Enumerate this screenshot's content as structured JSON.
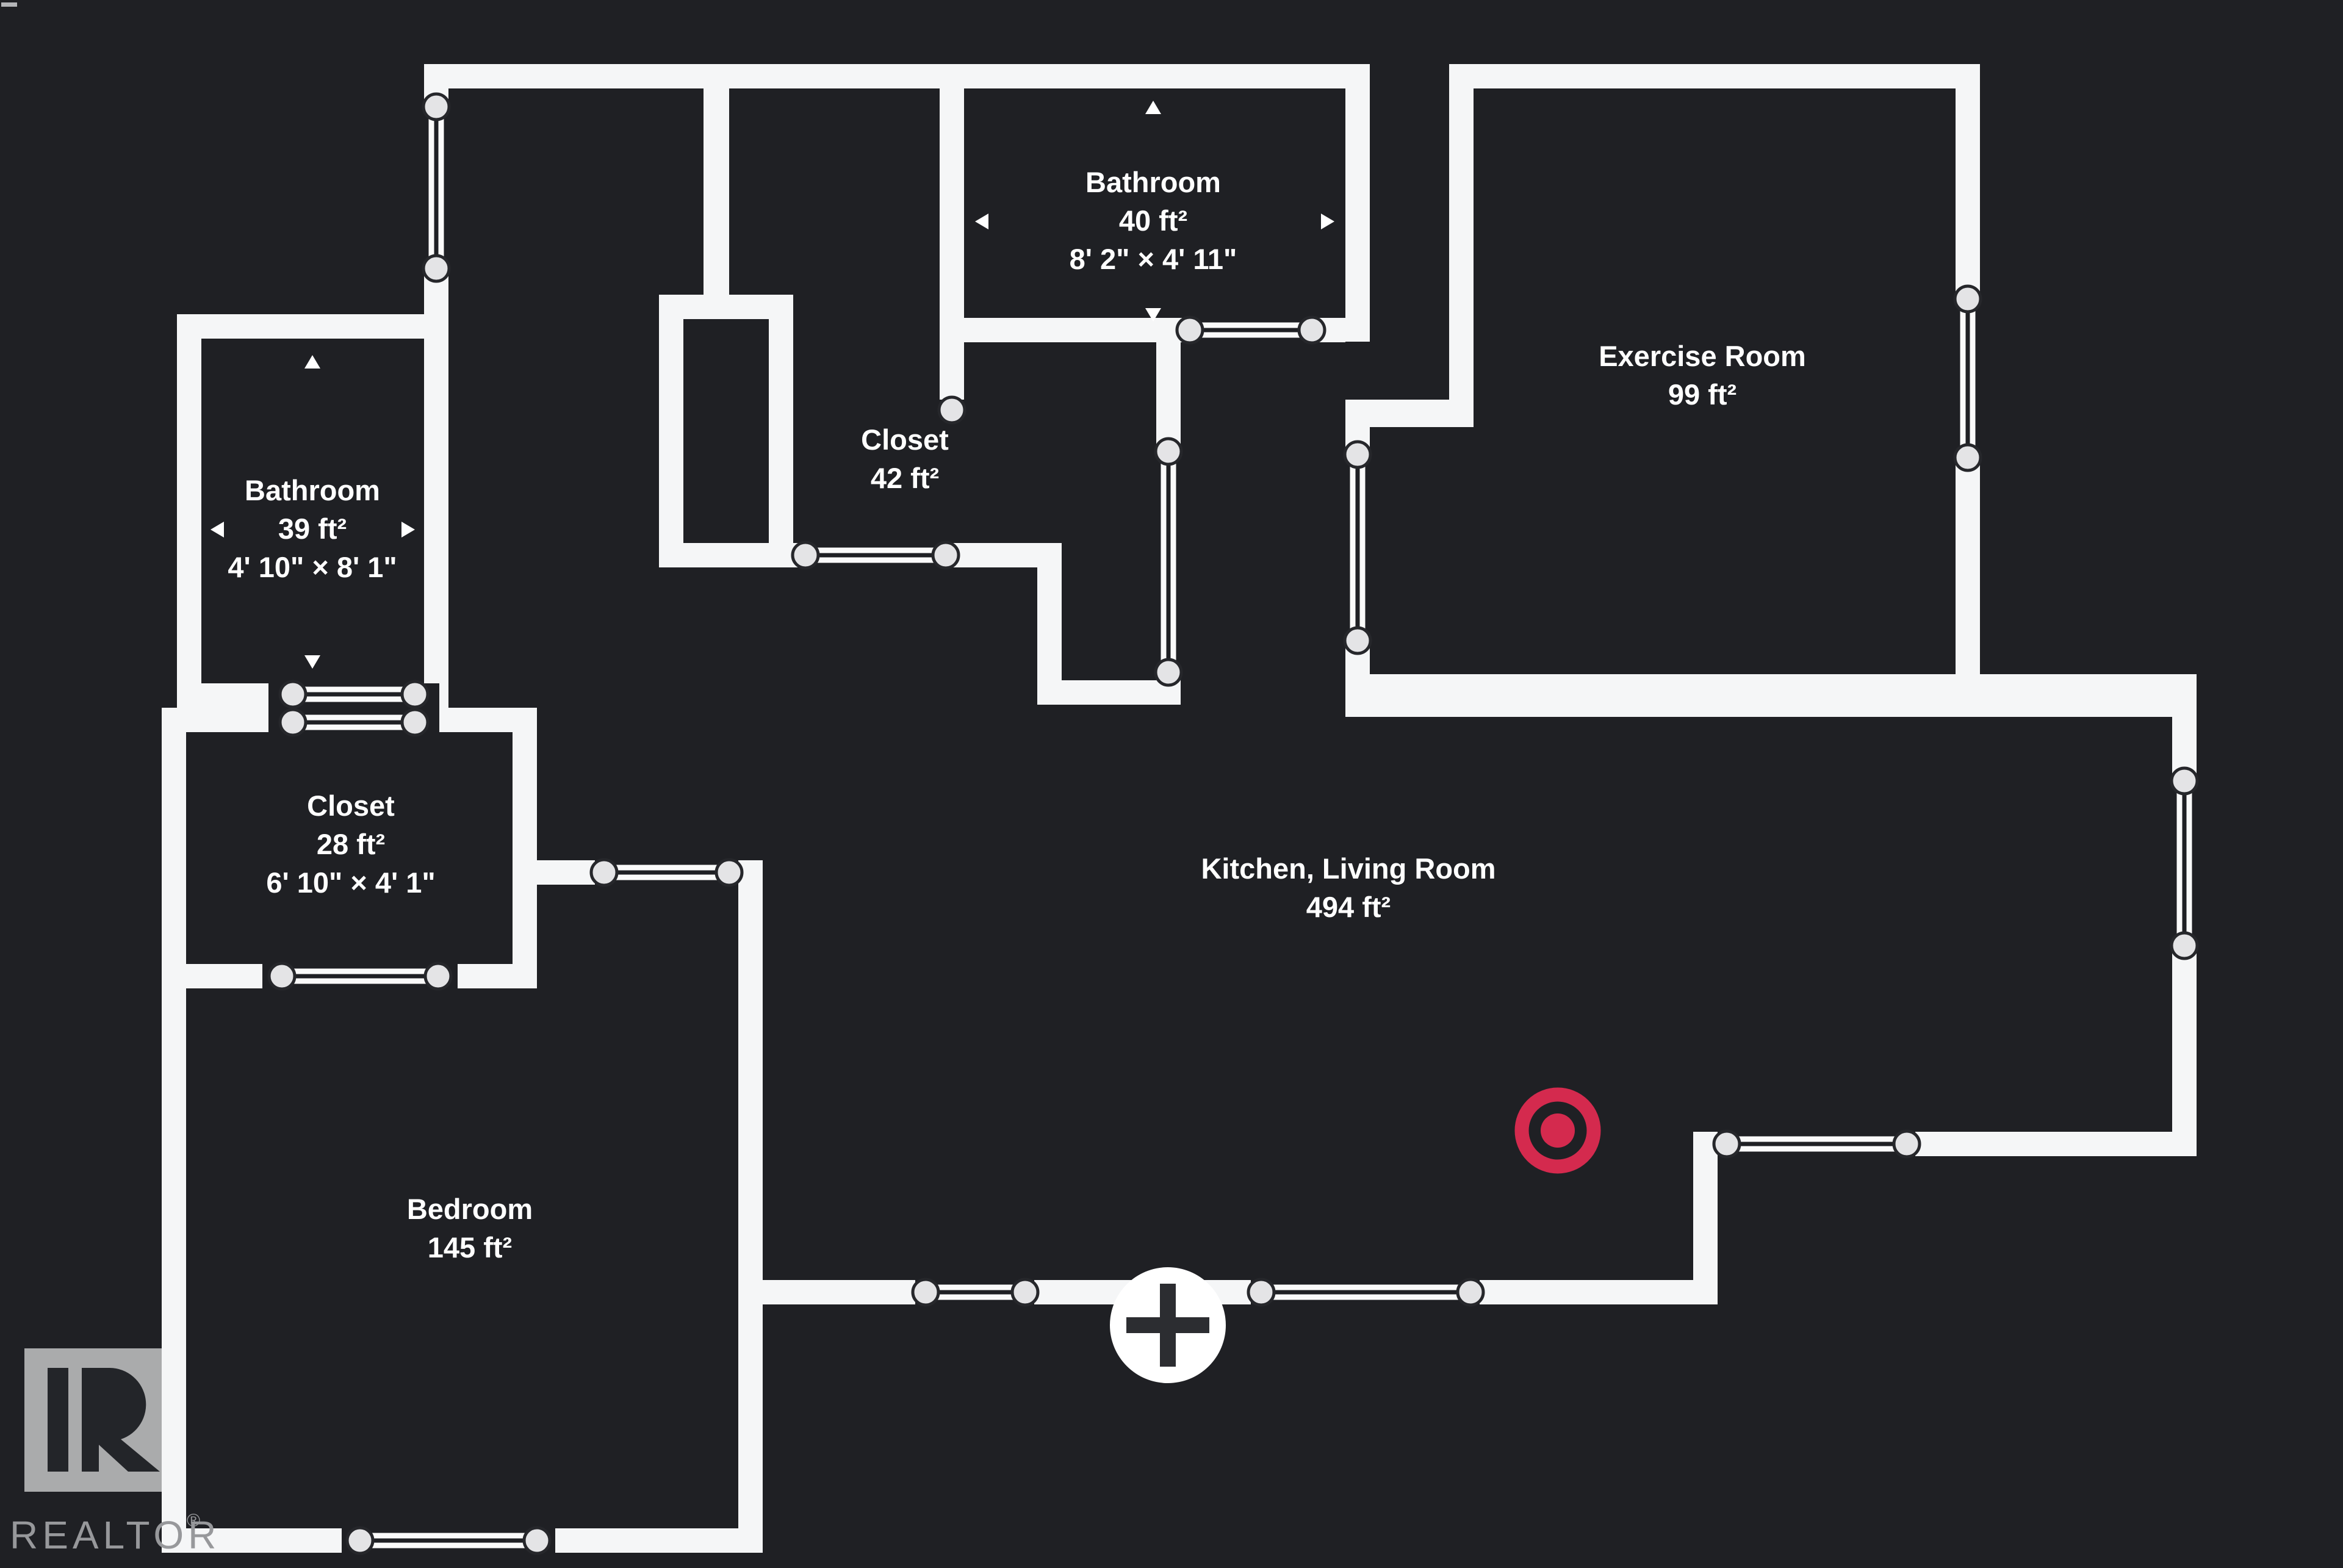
{
  "meta": {
    "view": "floor-plan",
    "background_color": "#1f2024",
    "wall_color": "#f5f6f7",
    "text_color": "#ffffff",
    "accent_red": "#d42a4e",
    "door_endpoint_fill": "#e4e4e6",
    "plus_glyph_color": "#2c2d31",
    "logo_box_color": "#b6b7b9",
    "logo_glyph_color": "#232529",
    "logo_text_color": "#97989b"
  },
  "rooms": [
    {
      "id": "bathroom-top",
      "name": "Bathroom",
      "area": "40 ft²",
      "dims": "8' 2\" × 4' 11\""
    },
    {
      "id": "bathroom-left",
      "name": "Bathroom",
      "area": "39 ft²",
      "dims": "4' 10\" × 8' 1\""
    },
    {
      "id": "closet-mid",
      "name": "Closet",
      "area": "42 ft²",
      "dims": ""
    },
    {
      "id": "closet-left",
      "name": "Closet",
      "area": "28 ft²",
      "dims": "6' 10\" × 4' 1\""
    },
    {
      "id": "exercise",
      "name": "Exercise Room",
      "area": "99 ft²",
      "dims": ""
    },
    {
      "id": "kitchen-living",
      "name": "Kitchen, Living Room",
      "area": "494 ft²",
      "dims": ""
    },
    {
      "id": "bedroom",
      "name": "Bedroom",
      "area": "145 ft²",
      "dims": ""
    }
  ],
  "controls": {
    "zoom_in_label": "+"
  },
  "markers": {
    "camera_viewpoint": "camera-viewpoint"
  },
  "watermark": {
    "brand": "REALTOR",
    "registered": "®"
  }
}
